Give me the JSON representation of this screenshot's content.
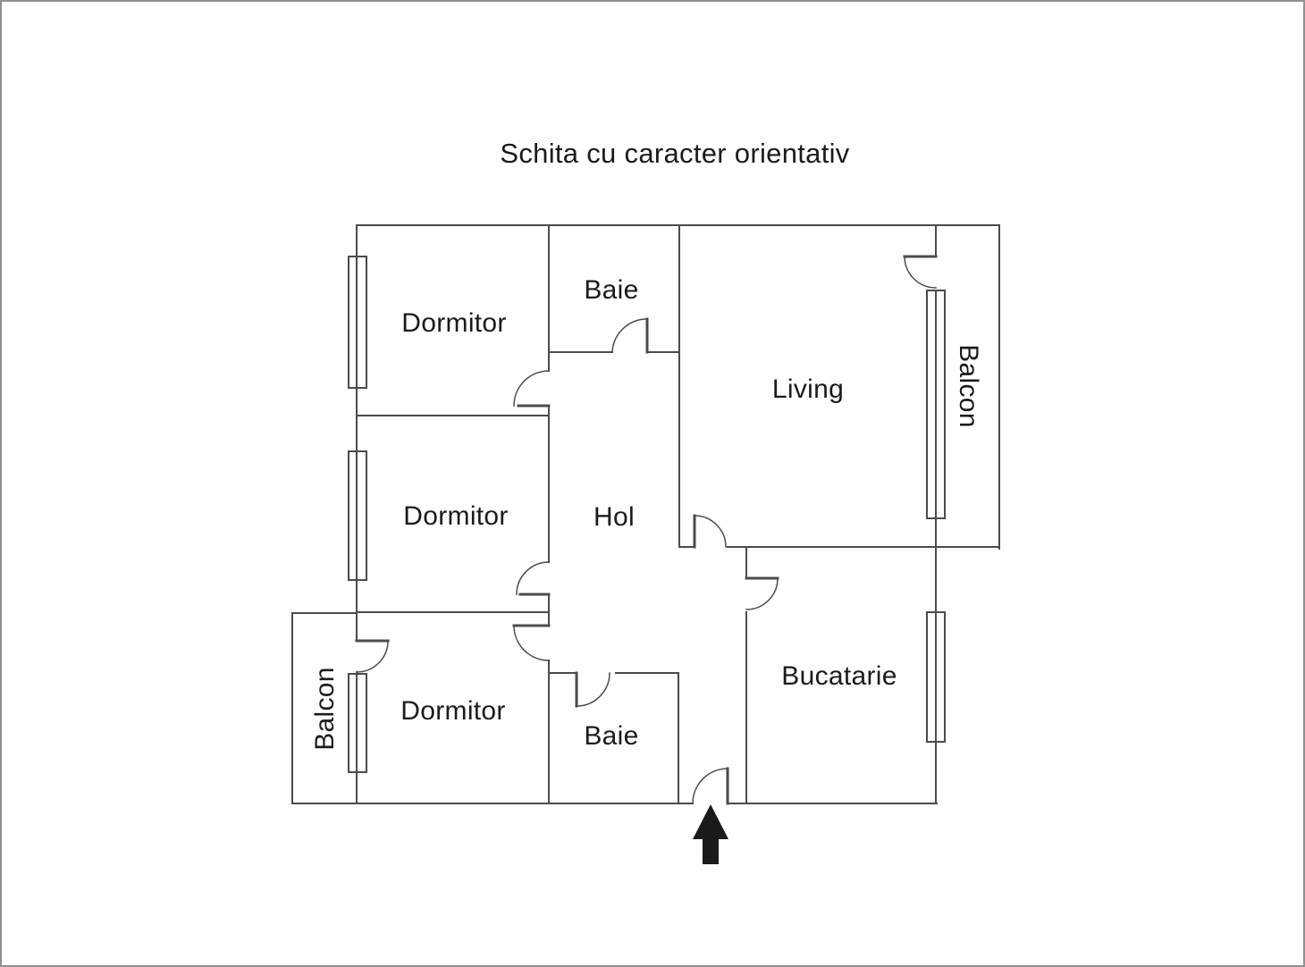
{
  "title": "Schita cu caracter orientativ",
  "colors": {
    "background": "#ffffff",
    "wall": "#4b4b4b",
    "text": "#1b1b1b",
    "border": "#919191",
    "arrow": "#1a1a1a"
  },
  "rooms": {
    "dormitor_top": "Dormitor",
    "baie_top": "Baie",
    "living": "Living",
    "balcon_right": "Balcon",
    "dormitor_middle": "Dormitor",
    "hol": "Hol",
    "balcon_left": "Balcon",
    "dormitor_bottom": "Dormitor",
    "baie_bottom": "Baie",
    "bucatarie": "Bucatarie"
  },
  "icons": {
    "entrance_arrow": "arrow-up"
  }
}
